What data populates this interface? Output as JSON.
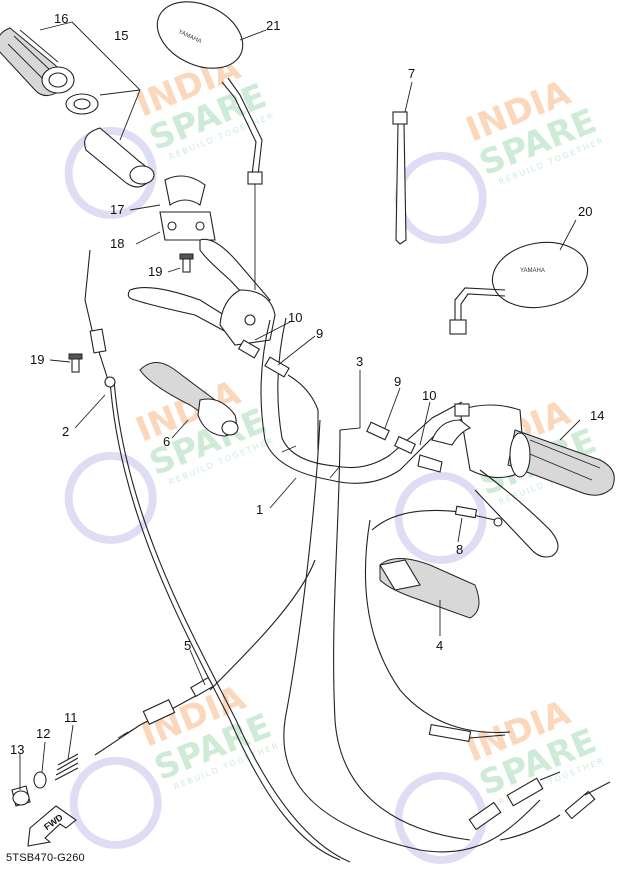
{
  "diagram": {
    "code": "5TSB470-G260",
    "fwd_label": "FWD",
    "mirror_brand": "YAMAHA",
    "watermark": {
      "line1": "INDIA",
      "line2": "SPARE",
      "tagline": "REBUILD TOGETHER"
    },
    "part_labels": {
      "p1": "1",
      "p2": "2",
      "p3": "3",
      "p4": "4",
      "p5": "5",
      "p6": "6",
      "p7": "7",
      "p8": "8",
      "p9a": "9",
      "p9b": "9",
      "p10a": "10",
      "p10b": "10",
      "p11": "11",
      "p12": "12",
      "p13": "13",
      "p14": "14",
      "p15": "15",
      "p16": "16",
      "p17": "17",
      "p18": "18",
      "p19a": "19",
      "p19b": "19",
      "p20": "20",
      "p21": "21"
    },
    "colors": {
      "line": "#222222",
      "watermark_orange": "#f6a56a",
      "watermark_green": "#8fd3a4",
      "watermark_purple": "#b7b3e6"
    }
  }
}
